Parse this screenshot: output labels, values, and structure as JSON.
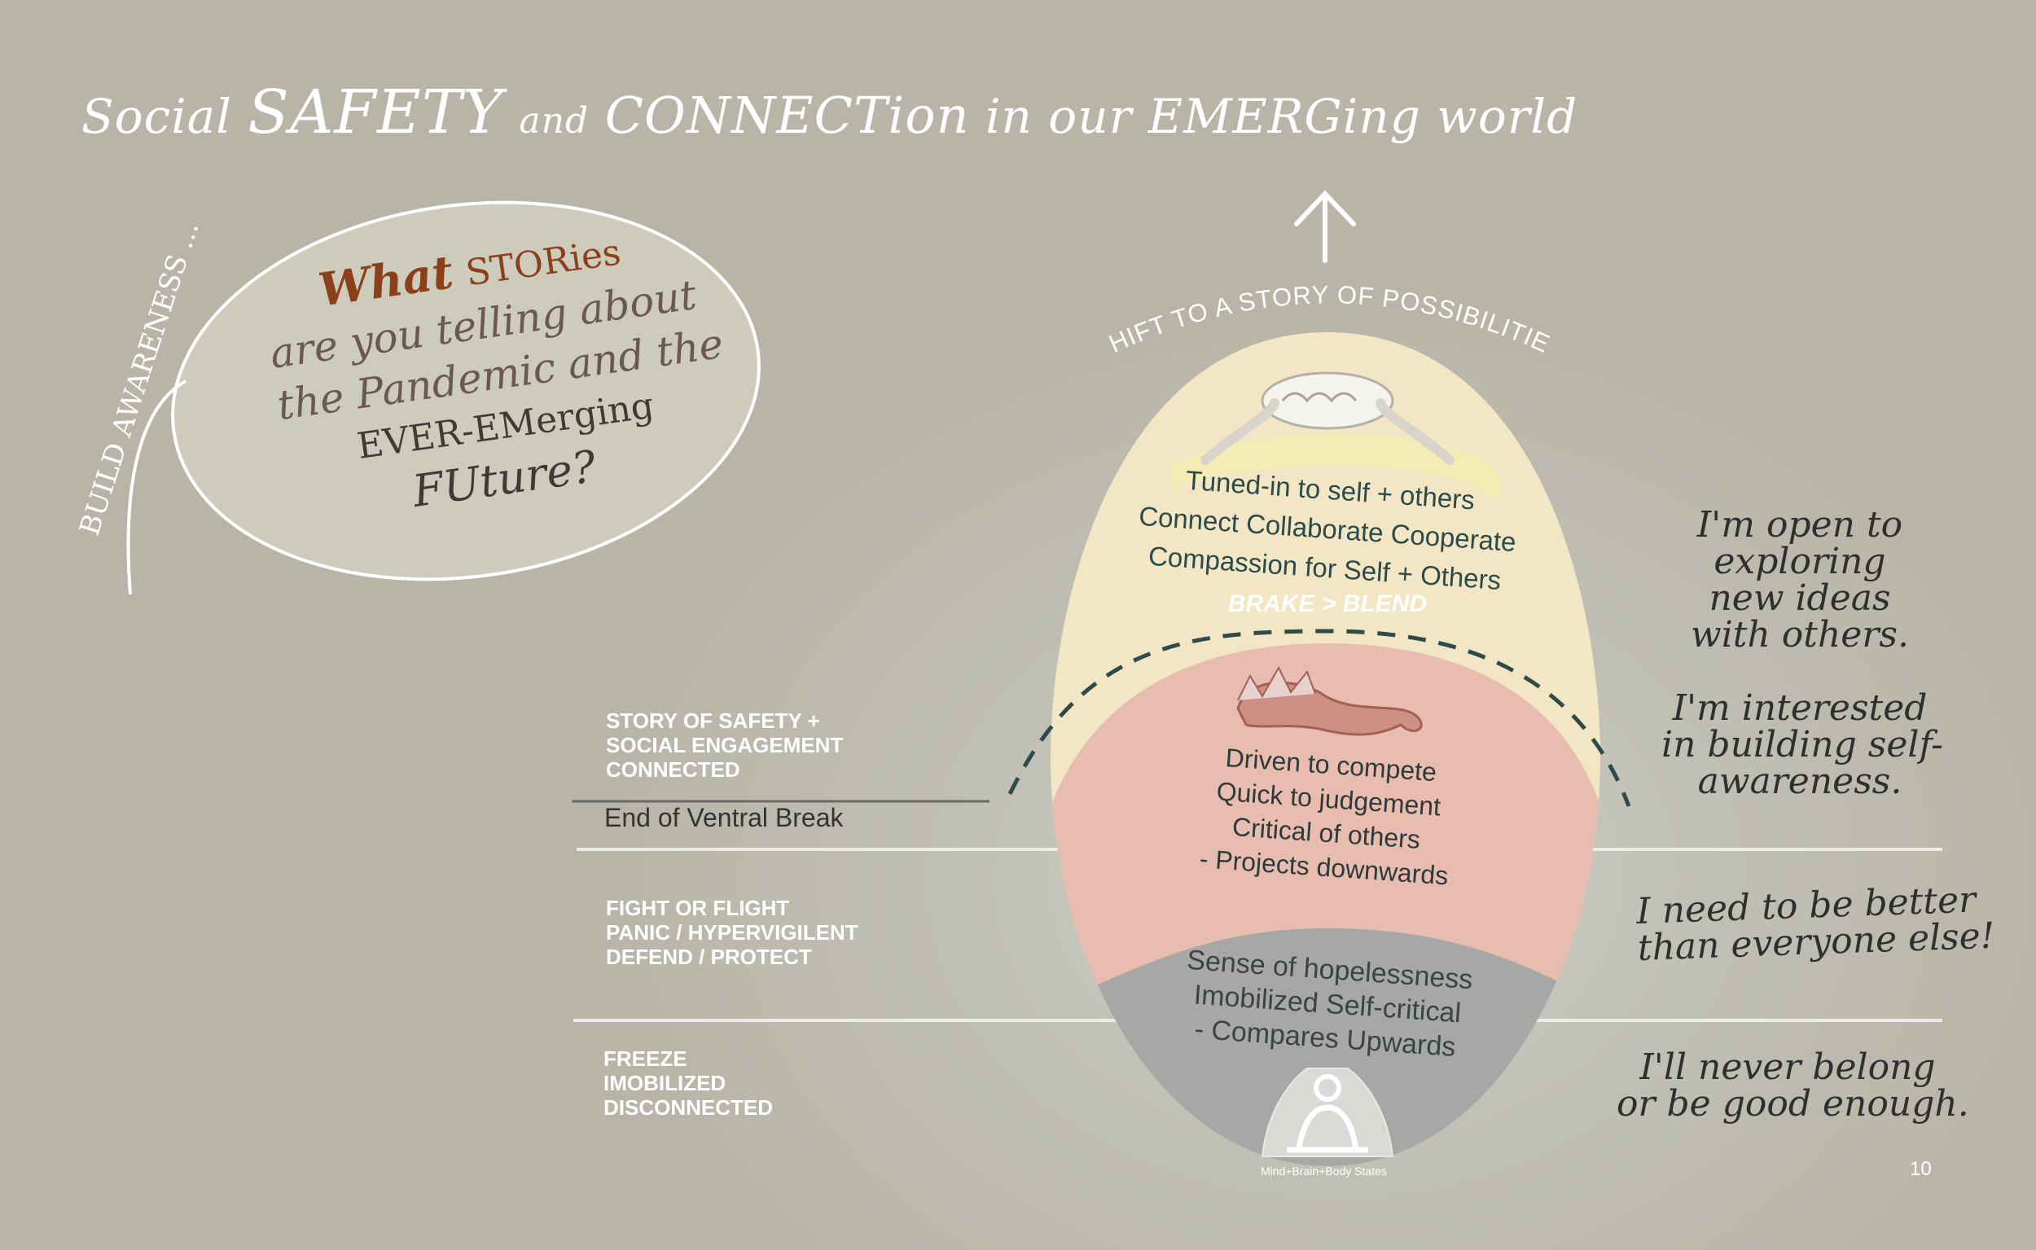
{
  "title": {
    "w1": "Social",
    "w2": "SAFETY",
    "w3": "and",
    "w4": "CONNECTion",
    "w5": "in our",
    "w6": "EMERGing world"
  },
  "bubble": {
    "side_label": "BUILD AWARENESS ...",
    "line1_a": "What",
    "line1_b": "STORies",
    "line2": "are you telling about",
    "line3": "the Pandemic and the",
    "line4": "EVER-EMerging",
    "line5": "FUture?"
  },
  "arc_label": "SHIFT TO A STORY OF POSSIBILITIES",
  "top_zone": {
    "line1": "Tuned-in to self + others",
    "line2": "Connect  Collaborate  Cooperate",
    "line3": "Compassion for  Self + Others",
    "brake": "BRAKE > BLEND"
  },
  "middle_zone": {
    "line1": "Driven to compete",
    "line2": "Quick to judgement",
    "line3": "Critical of others",
    "line4": "- Projects downwards"
  },
  "bottom_zone": {
    "line1": "Sense of hopelessness",
    "line2": "Imobilized  Self-critical",
    "line3": "- Compares Upwards"
  },
  "left_labels": {
    "safety": [
      "STORY OF SAFETY +",
      "SOCIAL ENGAGEMENT",
      "CONNECTED"
    ],
    "ventral_break": "End of Ventral Break",
    "fight": [
      "FIGHT OR FLIGHT",
      "PANIC / HYPERVIGILENT",
      "DEFEND / PROTECT"
    ],
    "freeze": [
      "FREEZE",
      "IMOBILIZED",
      "DISCONNECTED"
    ]
  },
  "quotes": {
    "open": [
      "I'm open to",
      "exploring",
      "new ideas",
      "with others."
    ],
    "interested": [
      "I'm interested",
      "in building self-",
      "awareness."
    ],
    "better": [
      "I need to be better",
      "than everyone else!"
    ],
    "belong": [
      "I'll never belong",
      "or be good enough."
    ]
  },
  "brain_caption": "Mind+Brain+Body States",
  "page_number": "10",
  "colors": {
    "top_zone": "#f2e6c4",
    "middle_zone": "#e8bdb0",
    "bottom_zone": "#a7a7a5",
    "zone_text": "#2c4a4a",
    "accent_brown": "#8b3f1a"
  }
}
